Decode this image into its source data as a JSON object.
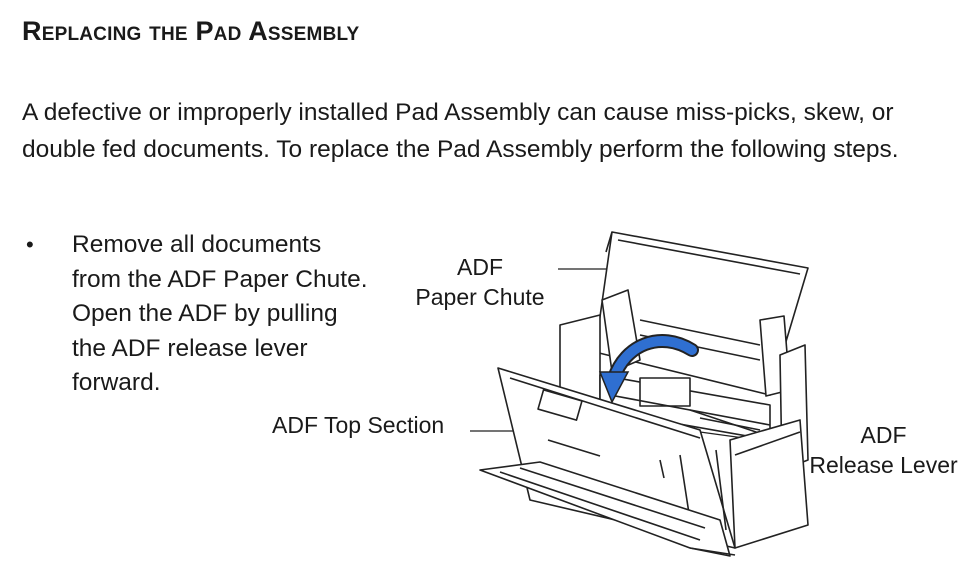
{
  "heading": "Replacing the Pad Assembly",
  "intro": "A defective or improperly installed Pad Assembly can cause miss-picks, skew, or double fed documents.  To replace the Pad Assembly perform the following steps.",
  "steps": [
    {
      "bullet": "•",
      "text": "Remove all documents from the ADF Paper Chute.  Open the ADF by pulling the ADF release lever forward."
    }
  ],
  "illustration": {
    "callouts": {
      "paper_chute_line1": "ADF",
      "paper_chute_line2": "Paper  Chute",
      "top_section": "ADF Top Section",
      "release_lever_line1": "ADF",
      "release_lever_line2": "Release  Lever"
    },
    "icons": [
      "scanner-illustration",
      "open-direction-arrow-icon"
    ]
  }
}
